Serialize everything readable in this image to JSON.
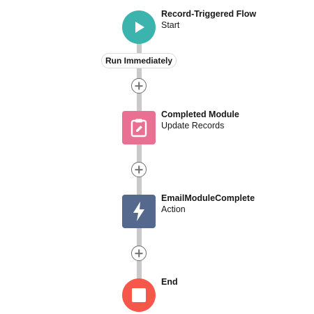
{
  "colors": {
    "start": "#3cb4ae",
    "update_records": "#e96f93",
    "action": "#54698d",
    "end": "#f5574b",
    "connector": "#c9c9c9"
  },
  "start": {
    "title": "Record-Triggered Flow",
    "subtitle": "Start",
    "icon": "play-icon"
  },
  "run_path": {
    "label": "Run Immediately"
  },
  "elements": [
    {
      "title": "Completed Module",
      "subtitle": "Update Records",
      "icon": "clipboard-edit-icon"
    },
    {
      "title": "EmailModuleComplete",
      "subtitle": "Action",
      "icon": "lightning-icon"
    }
  ],
  "end": {
    "title": "End",
    "icon": "stop-icon"
  }
}
